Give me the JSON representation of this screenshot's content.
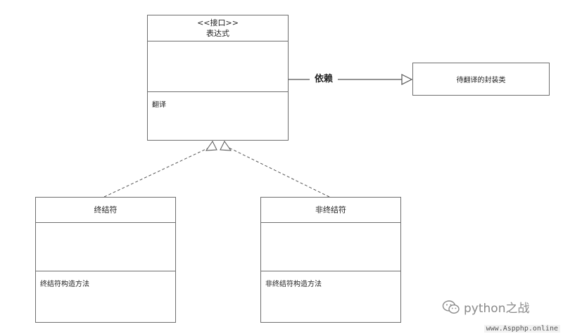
{
  "diagram": {
    "interface": {
      "stereotype": "<<接口>>",
      "name": "表达式",
      "operation": "翻译"
    },
    "dependency_label": "依赖",
    "wrapper": {
      "name": "待翻译的封装类"
    },
    "terminal": {
      "name": "终结符",
      "operation": "终结符构造方法"
    },
    "nonterminal": {
      "name": "非终结符",
      "operation": "非终结符构造方法"
    }
  },
  "watermark": {
    "text": "python之战",
    "icon": "wechat-icon"
  },
  "source_url": "www.Aspphp.online"
}
